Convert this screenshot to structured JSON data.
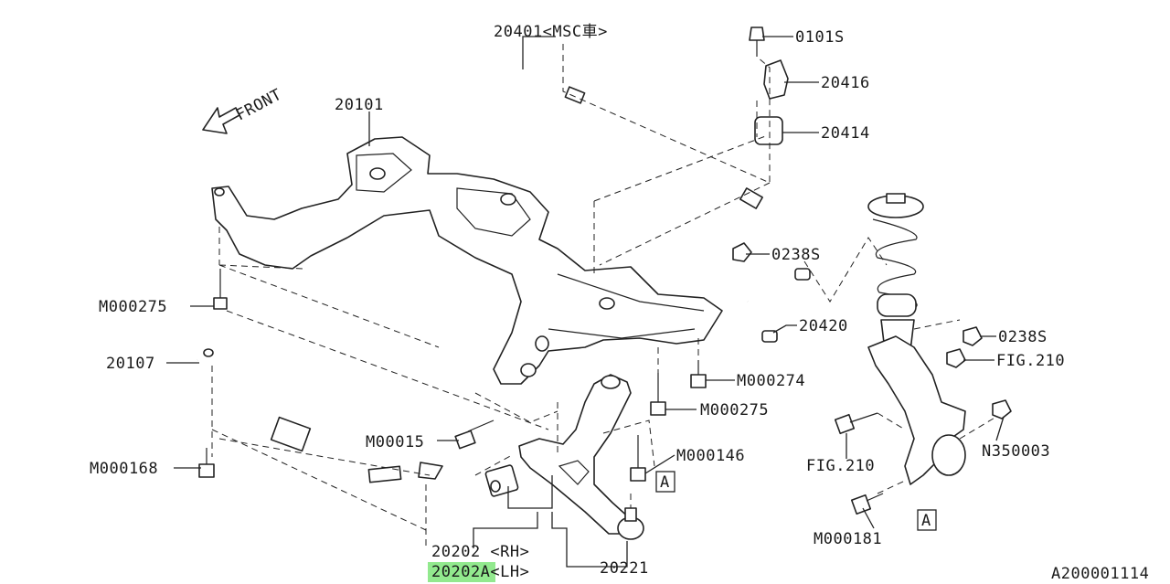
{
  "diagram": {
    "front_label": "FRONT",
    "catalog_id": "A200001114",
    "highlight_color": "#7fe57a",
    "labels": {
      "p20401": "20401<MSC車>",
      "p0101S": "0101S",
      "p20416": "20416",
      "p20414": "20414",
      "p20101": "20101",
      "p0238S_a": "0238S",
      "p0238S_b": "0238S",
      "p20420": "20420",
      "pFIG210_a": "FIG.210",
      "pFIG210_b": "FIG.210",
      "pM000275_a": "M000275",
      "pM000275_b": "M000275",
      "pM000274": "M000274",
      "p20107": "20107",
      "pM00015": "M00015",
      "pM000146": "M000146",
      "pM000168": "M000168",
      "pN350003": "N350003",
      "pM000181": "M000181",
      "p20202_rh": "20202 <RH>",
      "p20202A_lh": "20202A<LH>",
      "p20221": "20221",
      "ref_a1": "A",
      "ref_a2": "A"
    }
  }
}
